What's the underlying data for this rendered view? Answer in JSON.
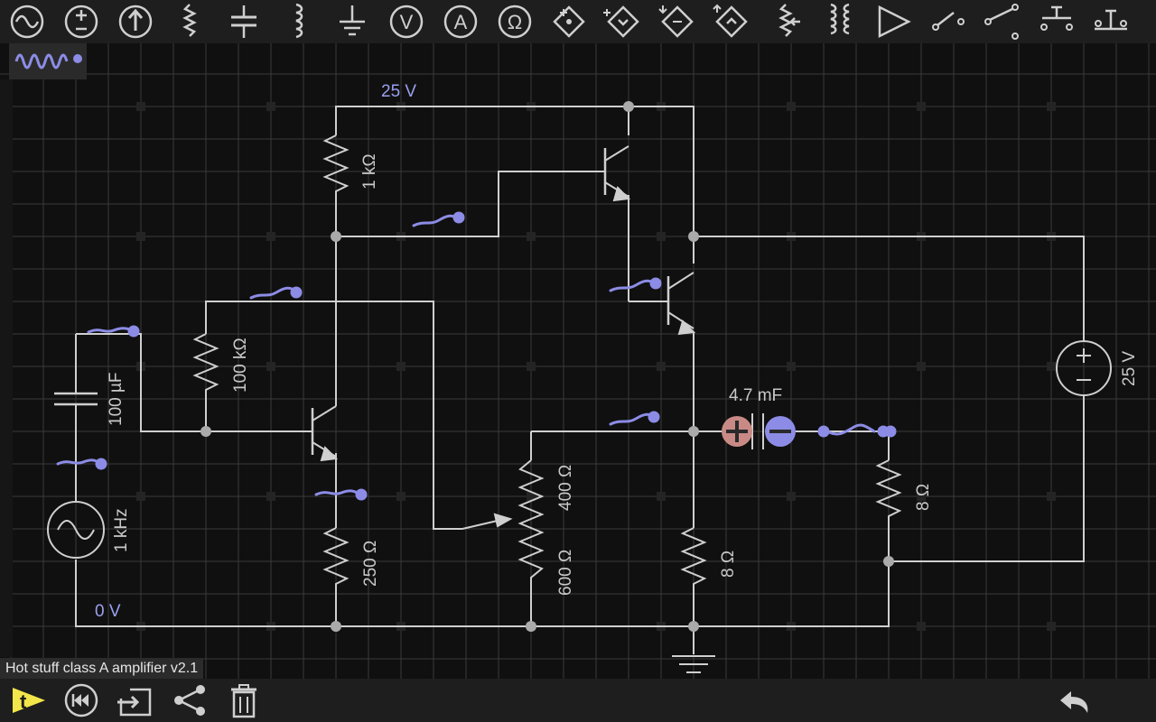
{
  "toolbar": {
    "tools": [
      {
        "name": "ac-source-icon"
      },
      {
        "name": "dc-source-icon"
      },
      {
        "name": "current-source-icon"
      },
      {
        "name": "resistor-icon"
      },
      {
        "name": "capacitor-icon"
      },
      {
        "name": "inductor-icon"
      },
      {
        "name": "ground-icon"
      },
      {
        "name": "voltmeter-icon"
      },
      {
        "name": "ammeter-icon"
      },
      {
        "name": "ohmmeter-icon"
      },
      {
        "name": "npn-transistor-icon"
      },
      {
        "name": "pnp-transistor-icon"
      },
      {
        "name": "n-channel-icon"
      },
      {
        "name": "p-channel-icon"
      },
      {
        "name": "potentiometer-icon"
      },
      {
        "name": "transformer-icon"
      },
      {
        "name": "op-amp-icon"
      },
      {
        "name": "switch-icon"
      },
      {
        "name": "spdt-switch-icon"
      },
      {
        "name": "push-button-icon"
      },
      {
        "name": "push-button-nc-icon"
      }
    ],
    "glyphs": {
      "voltmeter": "V",
      "ammeter": "A",
      "ohmmeter": "Ω"
    }
  },
  "circuit": {
    "title": "Hot stuff class A amplifier v2.1",
    "labels": {
      "supply_top": "25 V",
      "ground_rail": "0 V",
      "r_collector": "1 kΩ",
      "r_bias": "100 kΩ",
      "c_input": "100 µF",
      "source_freq": "1 kHz",
      "r_emitter": "250 Ω",
      "pot_top": "400 Ω",
      "pot_bottom": "600 Ω",
      "r_load_left": "8 Ω",
      "c_output": "4.7 mF",
      "r_load_right": "8 Ω",
      "supply_right": "25 V"
    }
  },
  "colors": {
    "wire": "#cfcfcf",
    "probe": "#8c8ce6",
    "grid": "#3a3a3a",
    "cap_plus": "#c98a86",
    "cap_minus": "#8c8ce6",
    "play": "#f2e64a"
  }
}
